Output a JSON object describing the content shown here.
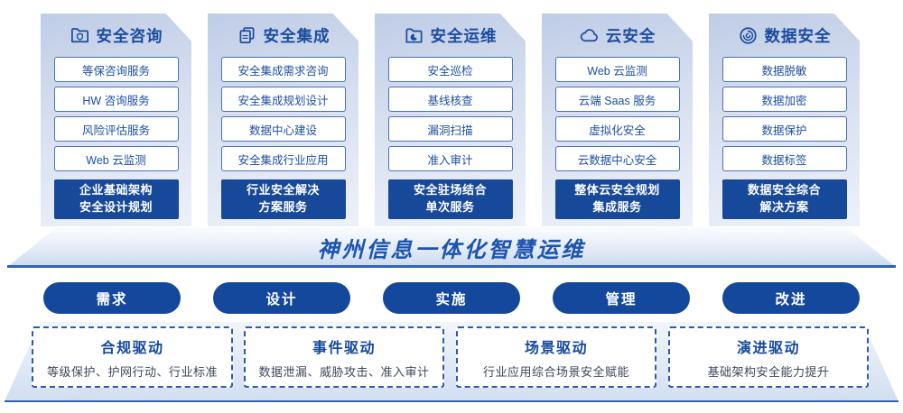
{
  "columns": [
    {
      "title": "安全咨询",
      "icon": "folder-shield-icon",
      "items": [
        "等保咨询服务",
        "HW 咨询服务",
        "风险评估服务",
        "Web 云监测"
      ],
      "highlight": {
        "line1": "企业基础架构",
        "line2": "安全设计规划"
      }
    },
    {
      "title": "安全集成",
      "icon": "documents-copy-icon",
      "items": [
        "安全集成需求咨询",
        "安全集成规划设计",
        "数据中心建设",
        "安全集成行业应用"
      ],
      "highlight": {
        "line1": "行业安全解决",
        "line2": "方案服务"
      }
    },
    {
      "title": "安全运维",
      "icon": "folder-clock-icon",
      "items": [
        "安全巡检",
        "基线核查",
        "漏洞扫描",
        "准入审计"
      ],
      "highlight": {
        "line1": "安全驻场结合",
        "line2": "单次服务"
      }
    },
    {
      "title": "云安全",
      "icon": "cloud-icon",
      "items": [
        "Web 云监测",
        "云端 Saas 服务",
        "虚拟化安全",
        "云数据中心安全"
      ],
      "highlight": {
        "line1": "整体云安全规划",
        "line2": "集成服务"
      }
    },
    {
      "title": "数据安全",
      "icon": "fingerprint-whirl-icon",
      "items": [
        "数据脱敏",
        "数据加密",
        "数据保护",
        "数据标签"
      ],
      "highlight": {
        "line1": "数据安全综合",
        "line2": "解决方案"
      }
    }
  ],
  "banner": {
    "title": "神州信息一体化智慧运维"
  },
  "pills": [
    "需求",
    "设计",
    "实施",
    "管理",
    "改进"
  ],
  "drivers": [
    {
      "title": "合规驱动",
      "desc": "等级保护、护网行动、行业标准"
    },
    {
      "title": "事件驱动",
      "desc": "数据泄漏、威胁攻击、准入审计"
    },
    {
      "title": "场景驱动",
      "desc": "行业应用综合场景安全赋能"
    },
    {
      "title": "演进驱动",
      "desc": "基础架构安全能力提升"
    }
  ],
  "colors": {
    "primary_blue": "#17499a",
    "pill_blue": "#13489c",
    "title_blue": "#1a4c9f",
    "banner_text_blue": "#1c54b0",
    "edge_line_blue": "#2e63b6",
    "dashed_border_blue": "#3058ab",
    "card_gradient_top": "#bfcde6",
    "card_gradient_bottom": "#edf1f9"
  }
}
